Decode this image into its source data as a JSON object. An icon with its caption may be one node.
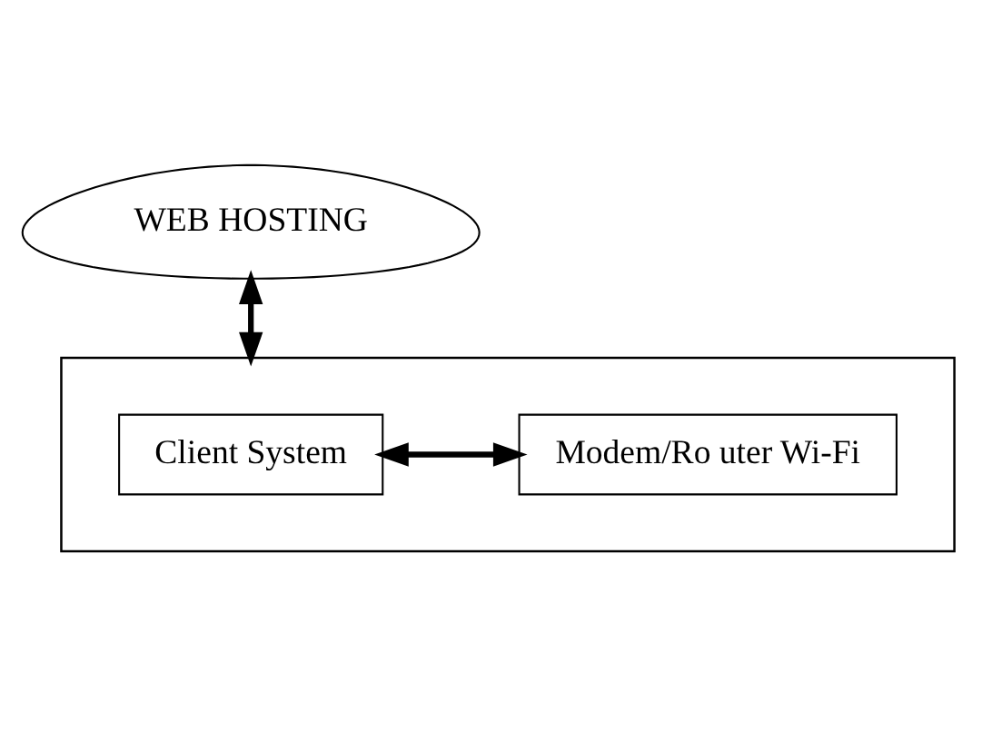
{
  "diagram": {
    "nodes": [
      {
        "text": [
          "WEB HOSTING"
        ]
      },
      {
        "text": [],
        "shape": "box"
      },
      {
        "text": [
          "Client System"
        ],
        "in": 1
      },
      {
        "text": [
          "Modem/Ro uter Wi-Fi"
        ],
        "in": 1
      }
    ],
    "edges": [
      {
        "from": 0,
        "to": 1,
        "arrow": "both"
      },
      {
        "from": 2,
        "to": 3,
        "arrow": "both"
      }
    ]
  }
}
